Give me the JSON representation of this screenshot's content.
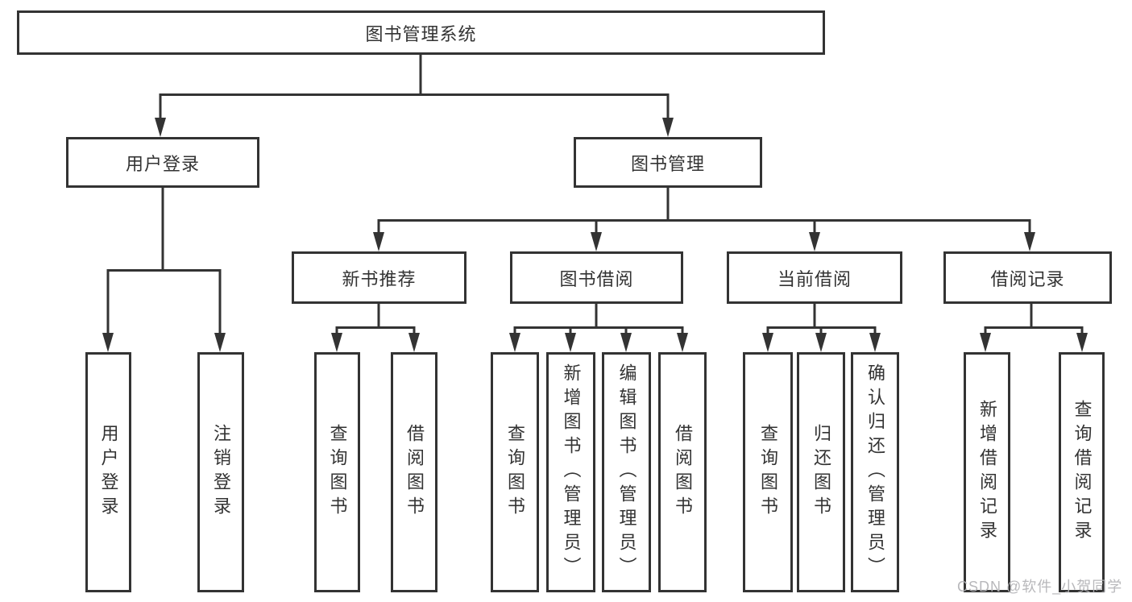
{
  "diagram": {
    "root": "图书管理系统",
    "user": {
      "label": "用户登录",
      "children": [
        "用户登录",
        "注销登录"
      ]
    },
    "book": {
      "label": "图书管理",
      "groups": [
        {
          "label": "新书推荐",
          "children": [
            "查询图书",
            "借阅图书"
          ]
        },
        {
          "label": "图书借阅",
          "children": [
            "查询图书",
            "新增图书（管理员）",
            "编辑图书（管理员）",
            "借阅图书"
          ]
        },
        {
          "label": "当前借阅",
          "children": [
            "查询图书",
            "归还图书",
            "确认归还（管理员）"
          ]
        },
        {
          "label": "借阅记录",
          "children": [
            "新增借阅记录",
            "查询借阅记录"
          ]
        }
      ]
    }
  },
  "watermark": "CSDN @软件_小贺同学",
  "colors": {
    "line": "#333333",
    "border": "#333333",
    "text": "#333333",
    "background": "#ffffff",
    "watermark": "#b2b2b6"
  }
}
